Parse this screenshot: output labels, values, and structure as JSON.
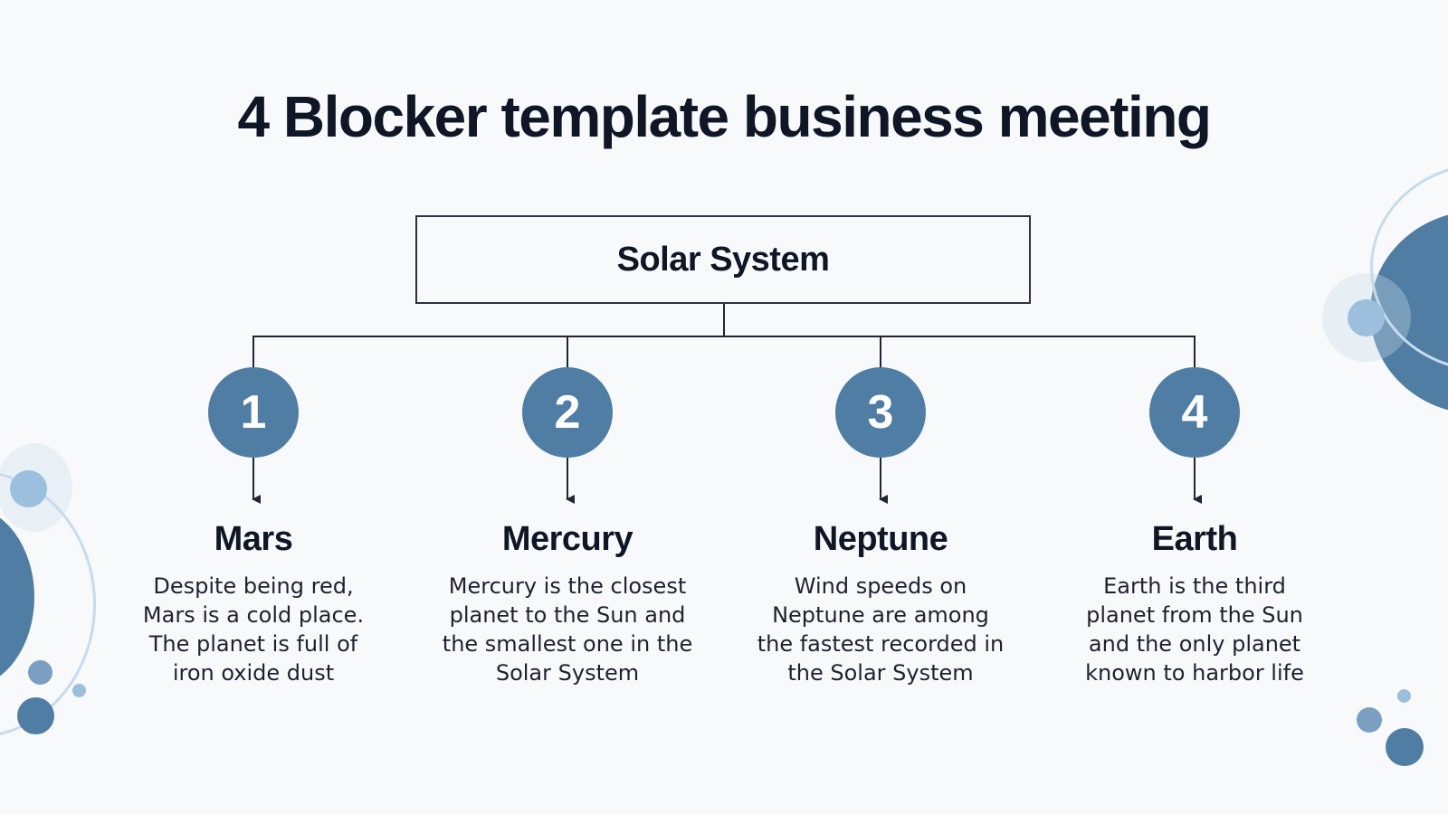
{
  "slide": {
    "title": "4 Blocker template business meeting",
    "root": {
      "label": "Solar System"
    },
    "nodes": [
      {
        "number": "1",
        "heading": "Mars",
        "body_lines": [
          "Despite being red,",
          "Mars is a cold place.",
          "The planet is full of",
          "iron oxide dust"
        ]
      },
      {
        "number": "2",
        "heading": "Mercury",
        "body_lines": [
          "Mercury is the closest",
          "planet to the Sun and",
          "the smallest one in the",
          "Solar System"
        ]
      },
      {
        "number": "3",
        "heading": "Neptune",
        "body_lines": [
          "Wind speeds on",
          "Neptune are among",
          "the fastest recorded in",
          "the Solar System"
        ]
      },
      {
        "number": "4",
        "heading": "Earth",
        "body_lines": [
          "Earth is the third",
          "planet from the Sun",
          "and the only planet",
          "known to harbor life"
        ]
      }
    ]
  },
  "colors": {
    "background": "#f8f9fa",
    "text_dark": "#0f1726",
    "accent_blue": "#4f7da4",
    "light_blue": "#9bbfdc",
    "pale_ring": "#c6dcec",
    "connector": "#1f2633"
  }
}
